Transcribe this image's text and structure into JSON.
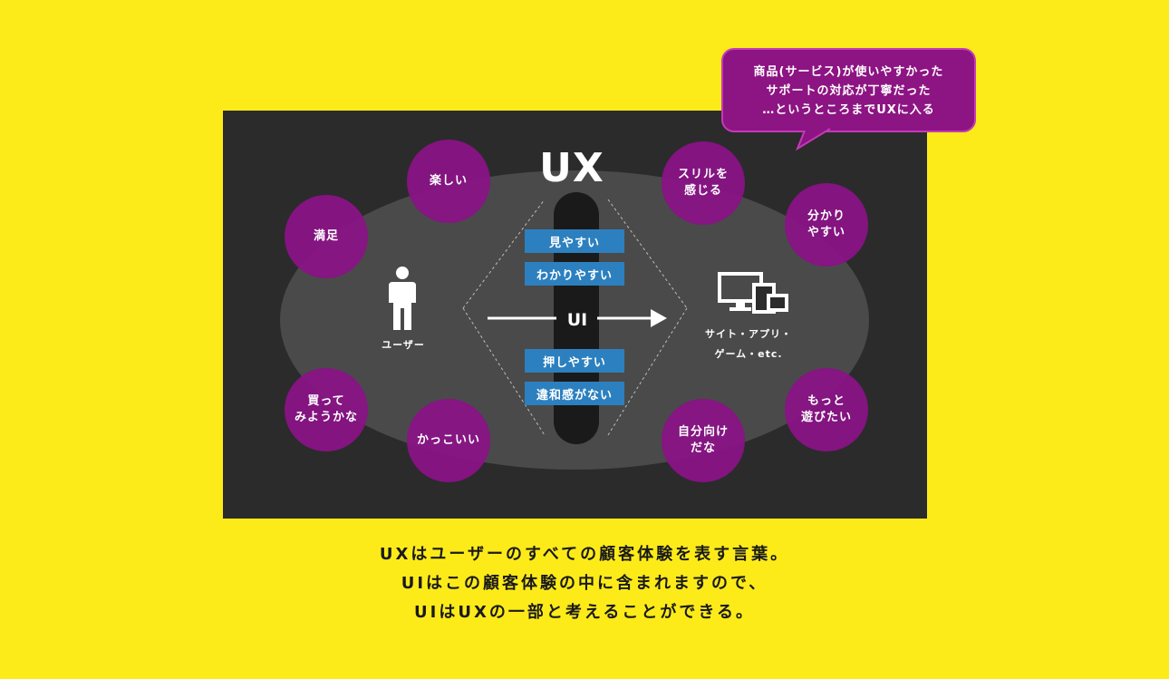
{
  "diagram": {
    "ux_label": "UX",
    "ui_label": "UI",
    "user_label": "ユーザー",
    "device_label": "サイト・アプリ・\nゲーム・etc.",
    "ui_qualities": [
      "見やすい",
      "わかりやすい",
      "押しやすい",
      "違和感がない"
    ],
    "bubbles": {
      "tanoshii": "楽しい",
      "manzoku": "満足",
      "katte": "買って\nみようかな",
      "kakkoii": "かっこいい",
      "thrill": "スリルを\n感じる",
      "wakari": "分かり\nやすい",
      "motto": "もっと\n遊びたい",
      "jibun": "自分向け\nだな"
    },
    "speech": "商品(サービス)が使いやすかった\nサポートの対応が丁寧だった\n…というところまでUXに入る"
  },
  "caption": [
    "UXはユーザーのすべての顧客体験を表す言葉。",
    "UIはこの顧客体験の中に含まれますので、",
    "UIはUXの一部と考えることができる。"
  ],
  "colors": {
    "background": "#fdeb19",
    "panel": "#2b2b2b",
    "bubble": "#8a1286",
    "ui_box": "#2c80bf"
  }
}
